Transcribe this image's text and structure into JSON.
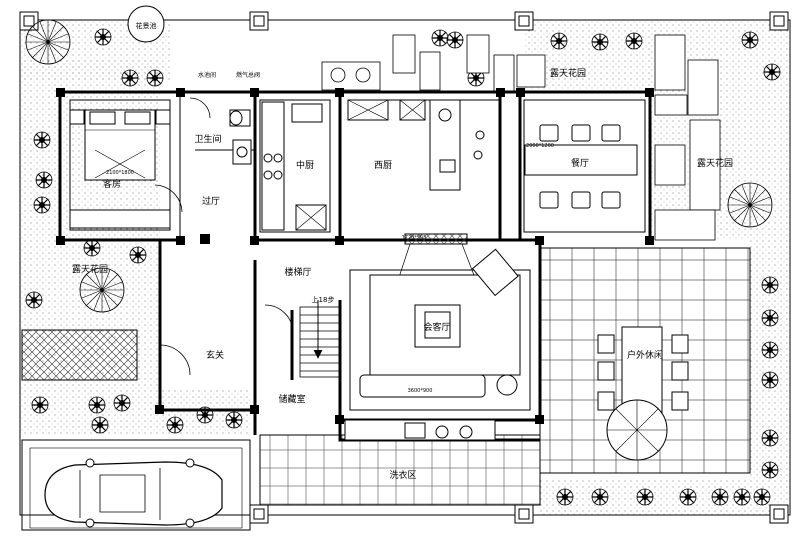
{
  "rooms": {
    "guest_room": "客房",
    "bathroom": "卫生间",
    "middle_kitchen": "中厨",
    "western_kitchen": "西厨",
    "dining_room": "餐厅",
    "hallway": "过厅",
    "stair_hall": "楼梯厅",
    "meeting_room": "会客厅",
    "entrance": "玄关",
    "storage_room": "储藏室",
    "laundry_area": "洗衣区",
    "outdoor_leisure": "户外休闲",
    "open_garden_top": "露天花园",
    "open_garden_right": "露天花园",
    "open_garden_left": "露天花园",
    "water_feature": "花景池"
  },
  "annotations": {
    "water_heater": "水池间",
    "gas_meter": "燃气总阀",
    "stair_note": "上18步",
    "bed_size": "2100*1800",
    "table_size": "2000*1200",
    "tv_size": "1720*508",
    "sofa_size": "3600*900"
  }
}
